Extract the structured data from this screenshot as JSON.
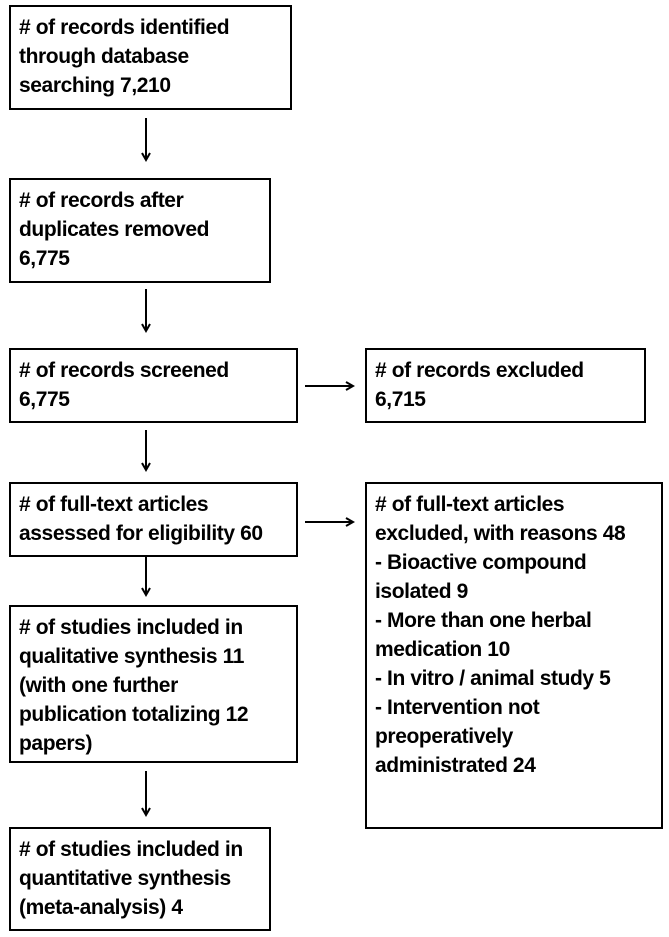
{
  "diagram": {
    "box_identified": [
      "# of records identified",
      "through database",
      "searching 7,210"
    ],
    "box_after_duplicates": [
      "# of records after",
      "duplicates removed",
      "6,775"
    ],
    "box_screened": [
      "# of records screened",
      "6,775"
    ],
    "box_excluded": [
      "# of records excluded",
      "6,715"
    ],
    "box_fulltext_assessed": [
      "# of full-text articles",
      "assessed for eligibility 60"
    ],
    "box_fulltext_excluded": [
      "# of full-text articles",
      "excluded, with reasons 48",
      "- Bioactive compound",
      "isolated 9",
      "- More than one herbal",
      "medication 10",
      "- In vitro / animal study 5",
      "- Intervention not",
      "preoperatively",
      "administrated 24"
    ],
    "box_qualitative": [
      "# of studies included in",
      "qualitative synthesis 11",
      "(with one further",
      "publication totalizing 12",
      "papers)"
    ],
    "box_quantitative": [
      "# of studies included in",
      "quantitative synthesis",
      "(meta-analysis) 4"
    ]
  }
}
